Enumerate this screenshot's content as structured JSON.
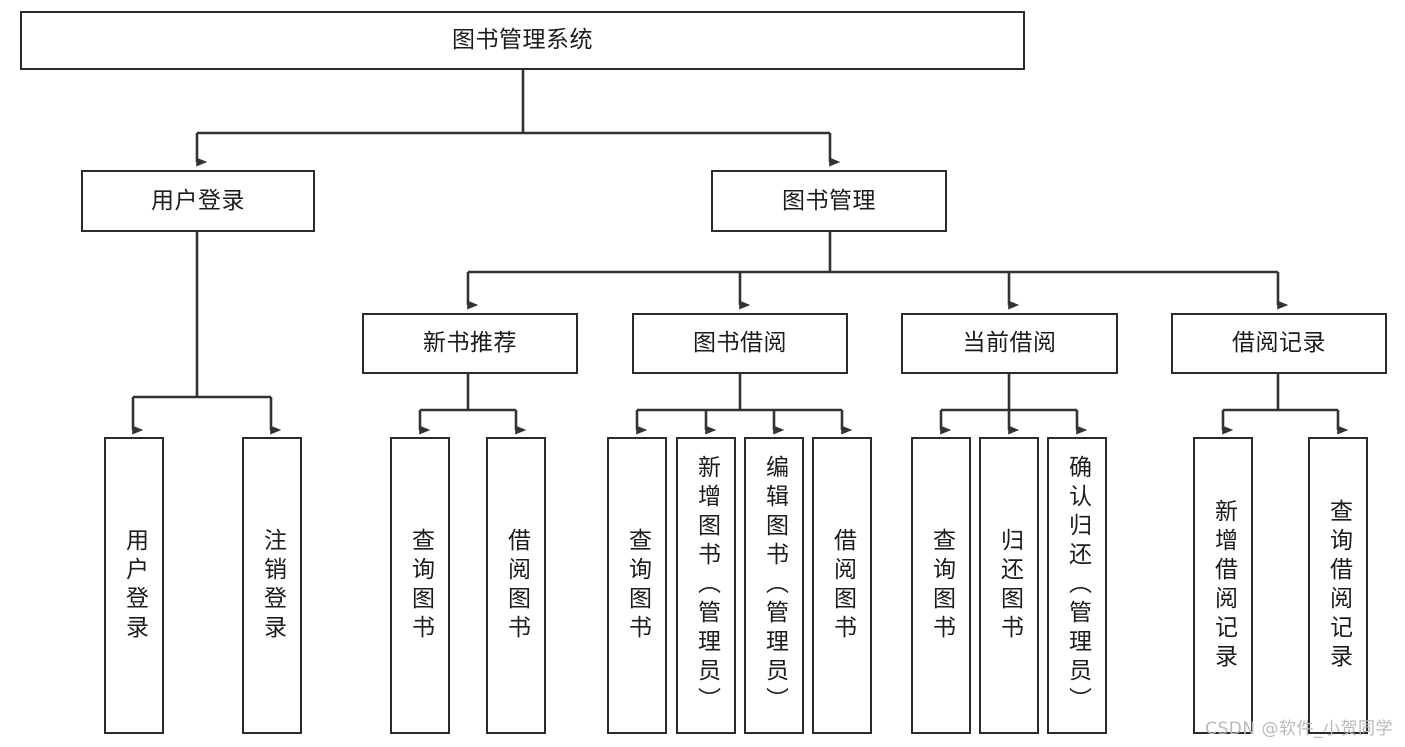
{
  "diagram": {
    "title": "图书管理系统",
    "type": "tree-hierarchy-chart",
    "watermark": "CSDN @软件_小贺同学",
    "colors": {
      "border": "#2b2b2b",
      "text": "#1c1c1c",
      "background": "#ffffff",
      "connector": "#333333",
      "watermark": "#b9b9b9"
    },
    "root": {
      "label": "图书管理系统"
    },
    "level2": [
      {
        "label": "用户登录"
      },
      {
        "label": "图书管理"
      }
    ],
    "level3": [
      {
        "label": "新书推荐"
      },
      {
        "label": "图书借阅"
      },
      {
        "label": "当前借阅"
      },
      {
        "label": "借阅记录"
      }
    ],
    "leaves": {
      "user_login": [
        {
          "label": "用户登录"
        },
        {
          "label": "注销登录"
        }
      ],
      "new_book_recommend": [
        {
          "label": "查询图书"
        },
        {
          "label": "借阅图书"
        }
      ],
      "book_borrow": [
        {
          "label": "查询图书"
        },
        {
          "label": "新增图书（管理员）"
        },
        {
          "label": "编辑图书（管理员）"
        },
        {
          "label": "借阅图书"
        }
      ],
      "current_borrow": [
        {
          "label": "查询图书"
        },
        {
          "label": "归还图书"
        },
        {
          "label": "确认归还（管理员）"
        }
      ],
      "borrow_record": [
        {
          "label": "新增借阅记录"
        },
        {
          "label": "查询借阅记录"
        }
      ]
    }
  }
}
